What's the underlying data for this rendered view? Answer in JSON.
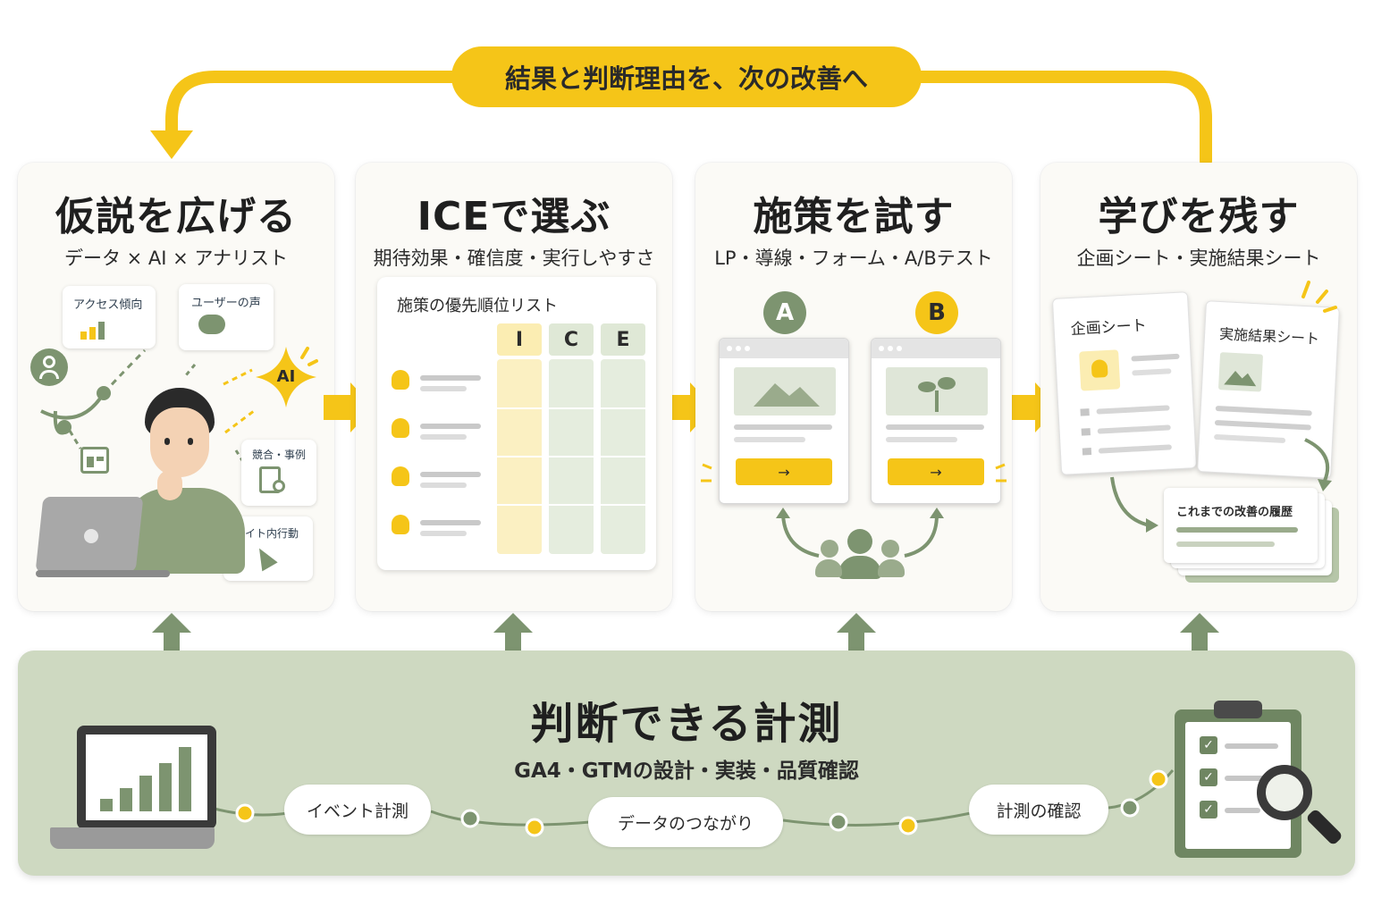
{
  "loop_label": "結果と判断理由を、次の改善へ",
  "steps": [
    {
      "title": "仮説を広げる",
      "subtitle": "データ × AI × アナリスト",
      "tags": {
        "access": "アクセス傾向",
        "voice": "ユーザーの声",
        "ai": "AI",
        "competitor": "競合・事例",
        "behavior": "サイト内行動"
      }
    },
    {
      "title": "ICEで選ぶ",
      "subtitle": "期待効果・確信度・実行しやすさ",
      "panel_title": "施策の優先順位リスト",
      "columns": [
        "I",
        "C",
        "E"
      ]
    },
    {
      "title": "施策を試す",
      "subtitle": "LP・導線・フォーム・A/Bテスト",
      "variants": [
        "A",
        "B"
      ]
    },
    {
      "title": "学びを残す",
      "subtitle": "企画シート・実施結果シート",
      "plan_sheet": "企画シート",
      "result_sheet": "実施結果シート",
      "history": "これまでの改善の履歴"
    }
  ],
  "measurement": {
    "title": "判断できる計測",
    "subtitle": "GA4・GTMの設計・実装・品質確認",
    "nodes": [
      "イベント計測",
      "データのつながり",
      "計測の確認"
    ]
  },
  "colors": {
    "accent": "#f5c518",
    "green": "#7d9470",
    "band": "#ced9c1"
  }
}
